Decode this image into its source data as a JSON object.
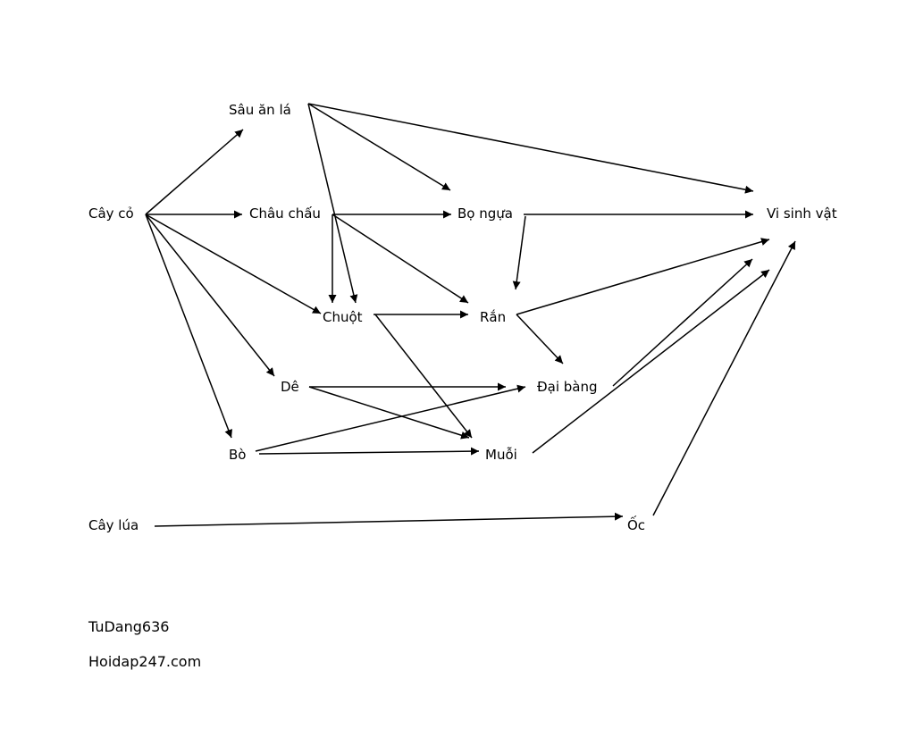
{
  "nodes": [
    {
      "id": "cay_co",
      "label": "Cây cỏ"
    },
    {
      "id": "sau_an_la",
      "label": "Sâu ăn lá"
    },
    {
      "id": "chau_chau",
      "label": "Châu chấu"
    },
    {
      "id": "bo_ngua",
      "label": "Bọ ngựa"
    },
    {
      "id": "vi_sinh_vat",
      "label": "Vi sinh vật"
    },
    {
      "id": "chuot",
      "label": "Chuột"
    },
    {
      "id": "ran",
      "label": "Rắn"
    },
    {
      "id": "de",
      "label": "Dê"
    },
    {
      "id": "dai_bang",
      "label": "Đại bàng"
    },
    {
      "id": "bo",
      "label": "Bò"
    },
    {
      "id": "muoi",
      "label": "Muỗi"
    },
    {
      "id": "cay_lua",
      "label": "Cây lúa"
    },
    {
      "id": "oc",
      "label": "Ốc"
    }
  ],
  "edges": [
    {
      "from": "cay_co",
      "to": "sau_an_la"
    },
    {
      "from": "cay_co",
      "to": "chau_chau"
    },
    {
      "from": "cay_co",
      "to": "chuot"
    },
    {
      "from": "cay_co",
      "to": "de"
    },
    {
      "from": "cay_co",
      "to": "bo"
    },
    {
      "from": "sau_an_la",
      "to": "vi_sinh_vat"
    },
    {
      "from": "sau_an_la",
      "to": "bo_ngua"
    },
    {
      "from": "sau_an_la",
      "to": "chuot"
    },
    {
      "from": "chau_chau",
      "to": "bo_ngua"
    },
    {
      "from": "chau_chau",
      "to": "chuot"
    },
    {
      "from": "chau_chau",
      "to": "ran"
    },
    {
      "from": "bo_ngua",
      "to": "vi_sinh_vat"
    },
    {
      "from": "bo_ngua",
      "to": "ran"
    },
    {
      "from": "chuot",
      "to": "ran"
    },
    {
      "from": "chuot",
      "to": "muoi"
    },
    {
      "from": "ran",
      "to": "vi_sinh_vat"
    },
    {
      "from": "ran",
      "to": "dai_bang"
    },
    {
      "from": "de",
      "to": "dai_bang"
    },
    {
      "from": "de",
      "to": "muoi"
    },
    {
      "from": "bo",
      "to": "dai_bang"
    },
    {
      "from": "bo",
      "to": "muoi"
    },
    {
      "from": "dai_bang",
      "to": "vi_sinh_vat"
    },
    {
      "from": "muoi",
      "to": "vi_sinh_vat"
    },
    {
      "from": "cay_lua",
      "to": "oc"
    },
    {
      "from": "oc",
      "to": "vi_sinh_vat"
    }
  ],
  "footer": {
    "author": "TuDang636",
    "site": "Hoidap247.com"
  }
}
